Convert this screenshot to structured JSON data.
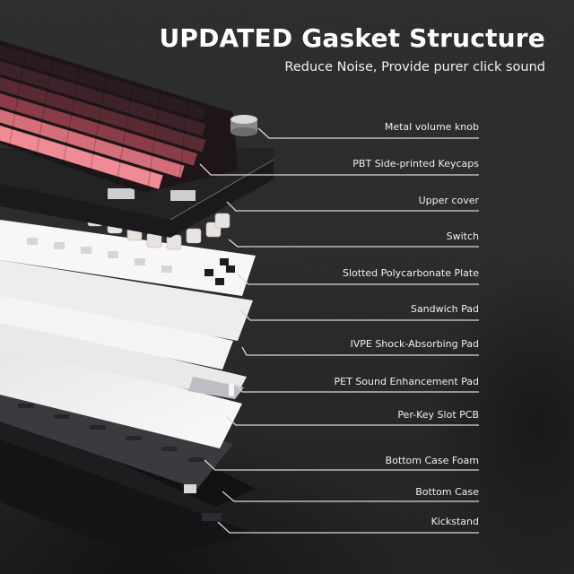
{
  "header": {
    "title": "UPDATED Gasket Structure",
    "subtitle": "Reduce Noise, Provide purer click sound"
  },
  "colors": {
    "background": "#2a2b2d",
    "text": "#ffffff",
    "leader_line": "#d8d8d8",
    "keycap_dark": "#2a1b1f",
    "keycap_maroon": "#5a2a33",
    "keycap_pink": "#f08a94",
    "plate_white": "#f2f2f2",
    "case_black": "#1d1e20"
  },
  "layers": [
    {
      "label": "Metal volume knob"
    },
    {
      "label": "PBT Side-printed Keycaps"
    },
    {
      "label": "Upper cover"
    },
    {
      "label": "Switch"
    },
    {
      "label": "Slotted Polycarbonate Plate"
    },
    {
      "label": "Sandwich Pad"
    },
    {
      "label": "IVPE Shock-Absorbing Pad"
    },
    {
      "label": "PET Sound Enhancement Pad"
    },
    {
      "label": "Per-Key Slot PCB"
    },
    {
      "label": "Bottom Case Foam"
    },
    {
      "label": "Bottom Case"
    },
    {
      "label": "Kickstand"
    }
  ]
}
